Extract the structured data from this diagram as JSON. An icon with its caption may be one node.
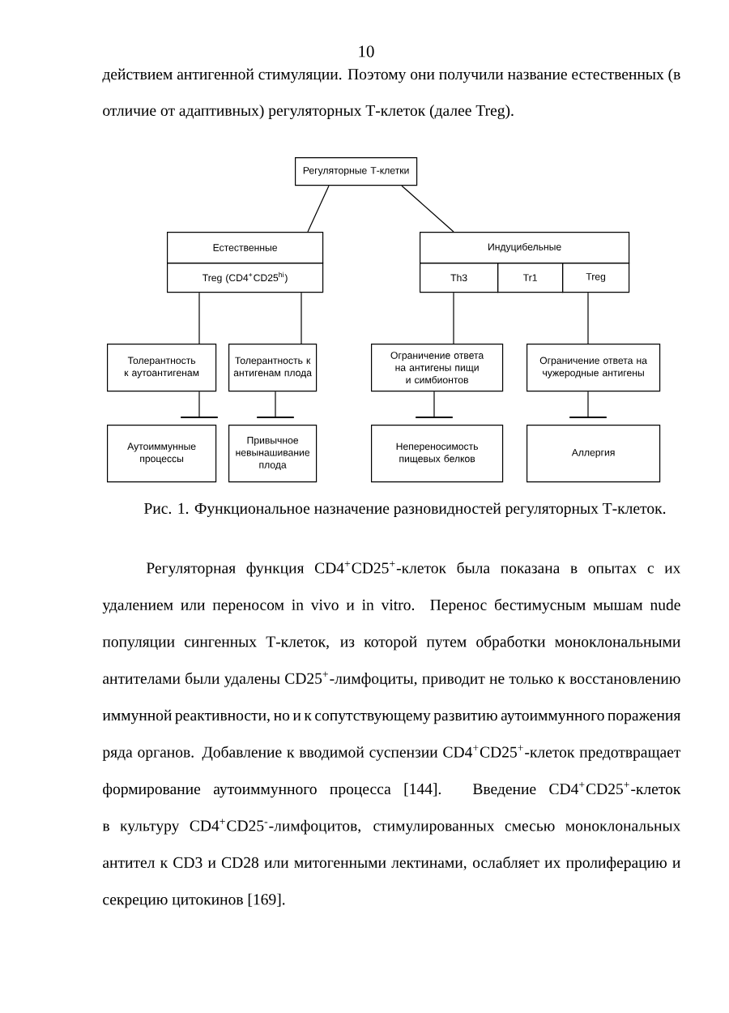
{
  "diagram": {
    "caption": "Рис. 1. Функциональное назначение разновидностей регуляторных Т-клеток.",
    "nodes": [
      {
        "text": [
          "Регуляторные Т-клетки"
        ]
      },
      {
        "text": [
          "Естественные"
        ]
      },
      {
        "text": [
          "Treg (CD4$^{+}$CD25$^{hi}$)"
        ]
      },
      {
        "text": [
          "Индуцибельные"
        ]
      },
      {
        "text": [
          "Th3"
        ]
      },
      {
        "text": [
          "Tr1"
        ]
      },
      {
        "text": [
          "Treg"
        ]
      },
      {
        "text": [
          "Толерантность к аутоантигенам"
        ]
      },
      {
        "text": [
          "Толерантность к антигенам плода"
        ]
      },
      {
        "text": [
          "Ограничение ответа на антигены пищи и симбионтов"
        ]
      },
      {
        "text": [
          "Ограничение ответа на чужеродные антигены"
        ]
      },
      {
        "text": [
          "Аутоиммунные процессы"
        ]
      },
      {
        "text": [
          "Привычное невынашивание плода"
        ]
      },
      {
        "text": [
          "Непереносимость пищевых белков"
        ]
      },
      {
        "text": [
          "Аллергия"
        ]
      }
    ],
    "edges": [
      {
        "from": 0,
        "to": 1,
        "arrow": "none"
      },
      {
        "from": 0,
        "to": 3,
        "arrow": "none"
      },
      {
        "from": 2,
        "to": 7,
        "arrow": "none"
      },
      {
        "from": 2,
        "to": 8,
        "arrow": "none"
      },
      {
        "from": 4,
        "to": 9,
        "arrow": "none"
      },
      {
        "from": 6,
        "to": 10,
        "arrow": "none"
      },
      {
        "from": 7,
        "to": 11,
        "arrow": "other"
      },
      {
        "from": 8,
        "to": 12,
        "arrow": "other"
      },
      {
        "from": 9,
        "to": 13,
        "arrow": "other"
      },
      {
        "from": 10,
        "to": 14,
        "arrow": "other"
      }
    ],
    "labels": [
      "10",
      "действием антигенной стимуляции. Поэтому они получили название естественных (в отличие от адаптивных) регуляторных Т-клеток (далее Treg).",
      "Регуляторная функция CD4$^{+}$CD25$^{+}$-клеток была показана в опытах с их удалением или переносом in vivo и in vitro. Перенос бестимусным мышам nude популяции сингенных Т-клеток, из которой путем обработки моноклональными антителами были удалены CD25$^{+}$-лимфоциты, приводит не только к восстановлению иммунной реактивности, но и к сопутствующему развитию аутоиммунного поражения ряда органов. Добавление к вводимой суспензии CD4$^{+}$CD25$^{+}$-клеток предотвращает формирование аутоиммунного процесса [144]. Введение CD4$^{+}$CD25$^{+}$-клеток в культуру CD4$^{+}$CD25$^{-}$-лимфоцитов, стимулированных смесью моноклональных антител к CD3 и CD28 или митогенными лектинами, ослабляет их пролиферацию и секрецию цитокинов [169]."
    ]
  }
}
